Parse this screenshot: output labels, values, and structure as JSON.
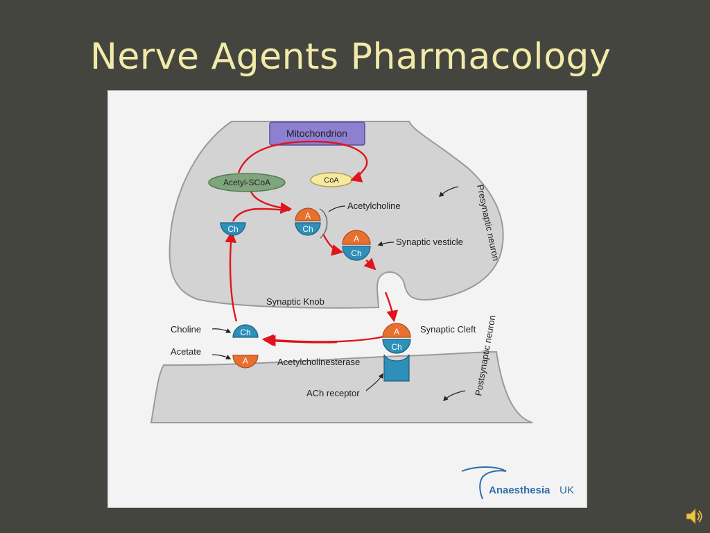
{
  "slide": {
    "title": "Nerve Agents Pharmacology"
  },
  "diagram": {
    "mitochondrion": "Mitochondrion",
    "acetyl_scoa": "Acetyl-SCoA",
    "coa": "CoA",
    "acetylcholine": "Acetylcholine",
    "synaptic_vesicle": "Synaptic vesticle",
    "presynaptic_neuron": "Presynaptic neuron",
    "synaptic_knob": "Synaptic Knob",
    "synaptic_cleft": "Synaptic Cleft",
    "postsynaptic_neuron": "Postsynaptic neuron",
    "choline": "Choline",
    "acetate": "Acetate",
    "acetylcholinesterase": "Acetylcholinesterase",
    "ach_receptor": "ACh receptor",
    "token_a": "A",
    "token_ch": "Ch"
  },
  "logo": {
    "brand_a": "Anaesthesia",
    "brand_b": "UK"
  },
  "colors": {
    "background": "#454540",
    "title": "#f2eba8",
    "cell": "#d3d3d3",
    "cell_edge": "#9a9a9a",
    "arrow": "#e0141c",
    "acetyl": "#e8702e",
    "choline": "#2e8fb8",
    "mito": "#8f7fd0",
    "coa": "#f6eaa0",
    "acetyl_scoa": "#7fa57d",
    "logo_text": "#2e6ea8"
  },
  "icons": {
    "speaker": "speaker-icon"
  }
}
